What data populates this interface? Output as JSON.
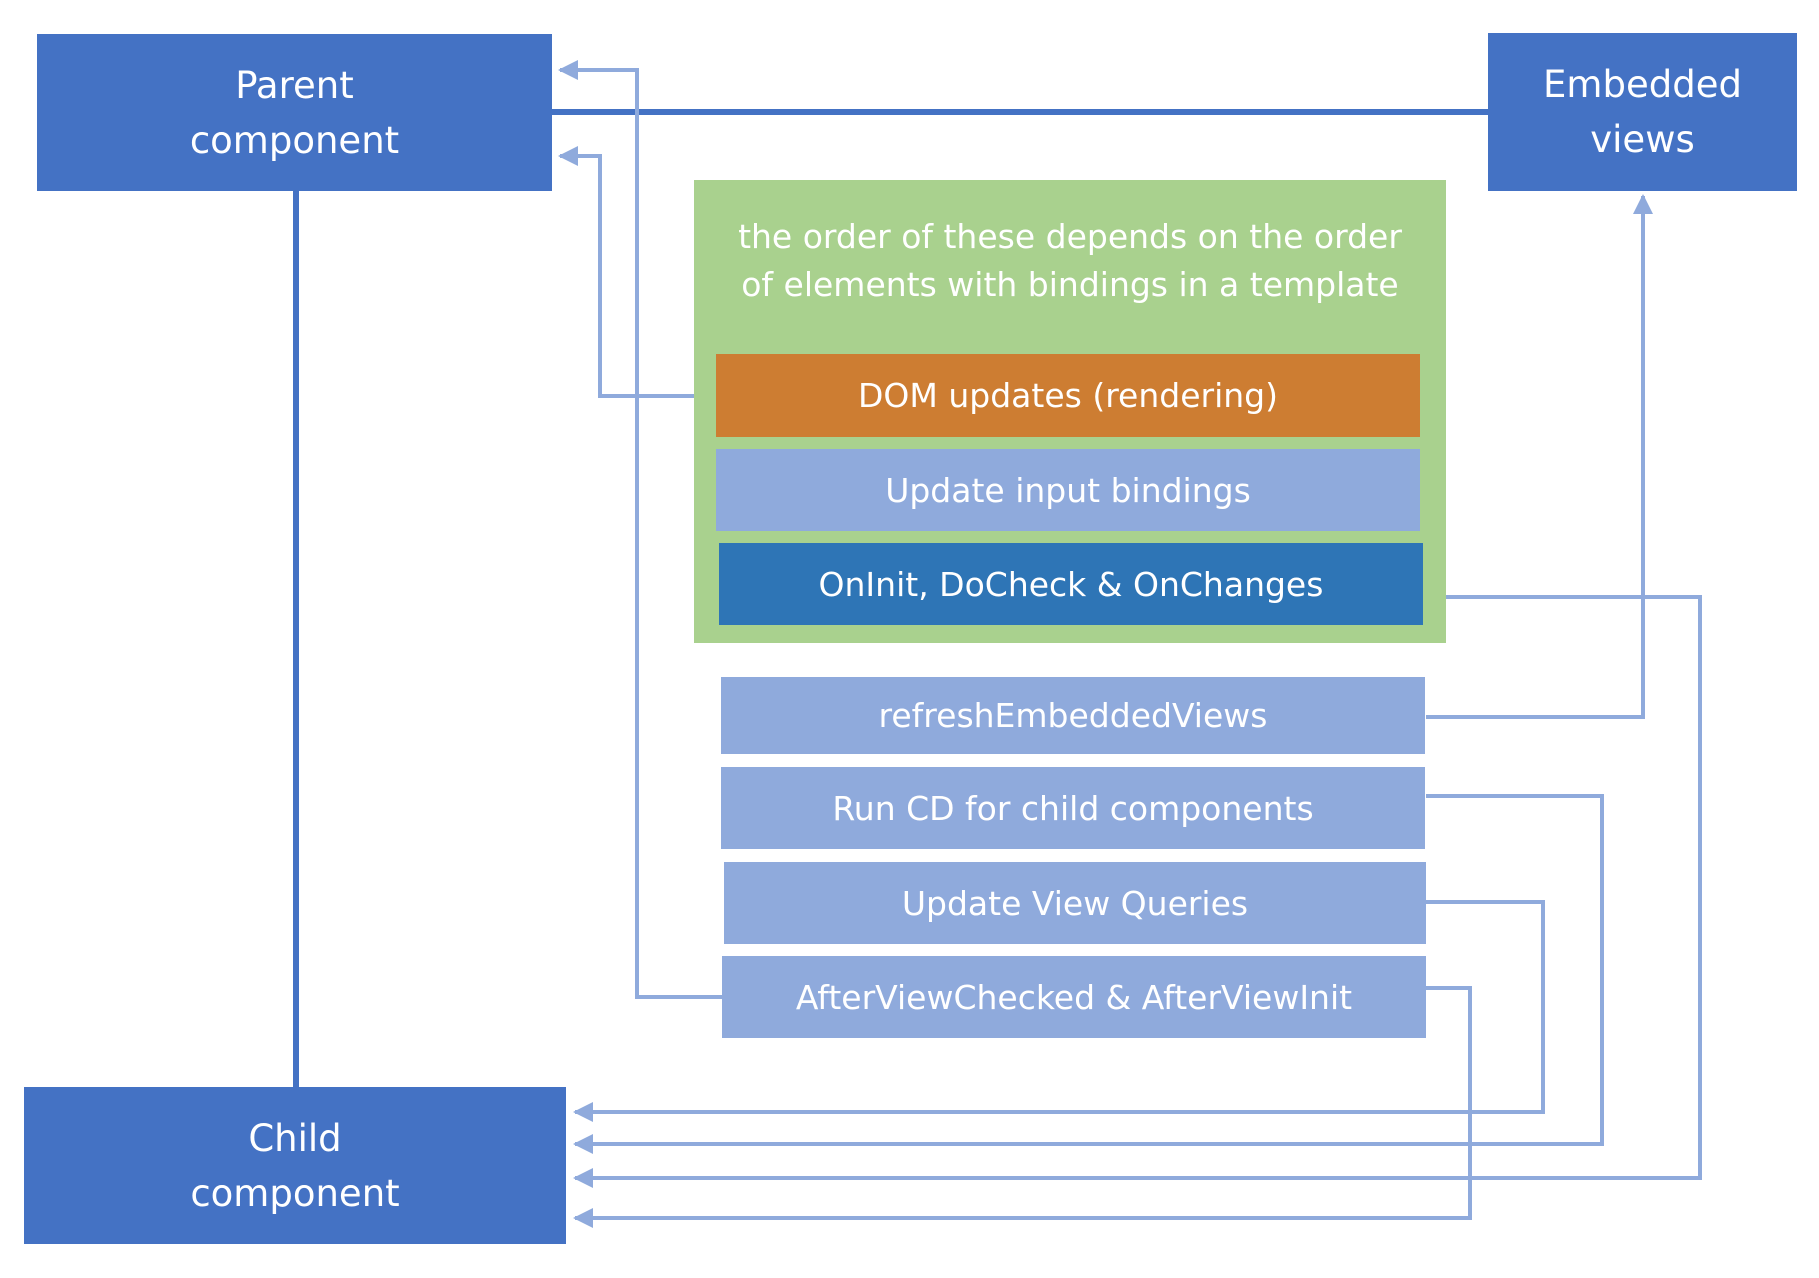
{
  "nodes": {
    "parent": "Parent\ncomponent",
    "embedded": "Embedded\nviews",
    "child": "Child\ncomponent"
  },
  "note": "the order of these depends on the order\nof elements with bindings in a template",
  "steps": {
    "dom_updates": "DOM updates (rendering)",
    "update_input_bindings": "Update input bindings",
    "oninit_docheck_onchanges": "OnInit, DoCheck & OnChanges",
    "refresh_embedded_views": "refreshEmbeddedViews",
    "run_cd_child": "Run CD for child components",
    "update_view_queries": "Update View Queries",
    "after_view": "AfterViewChecked & AfterViewInit"
  },
  "colors": {
    "node": "#4472c4",
    "step": "#8faadc",
    "dom_step": "#cd7d32",
    "hook_step": "#2e75b6",
    "group": "#a9d18e",
    "connector": "#8faadc",
    "structure_line": "#4472c4"
  }
}
